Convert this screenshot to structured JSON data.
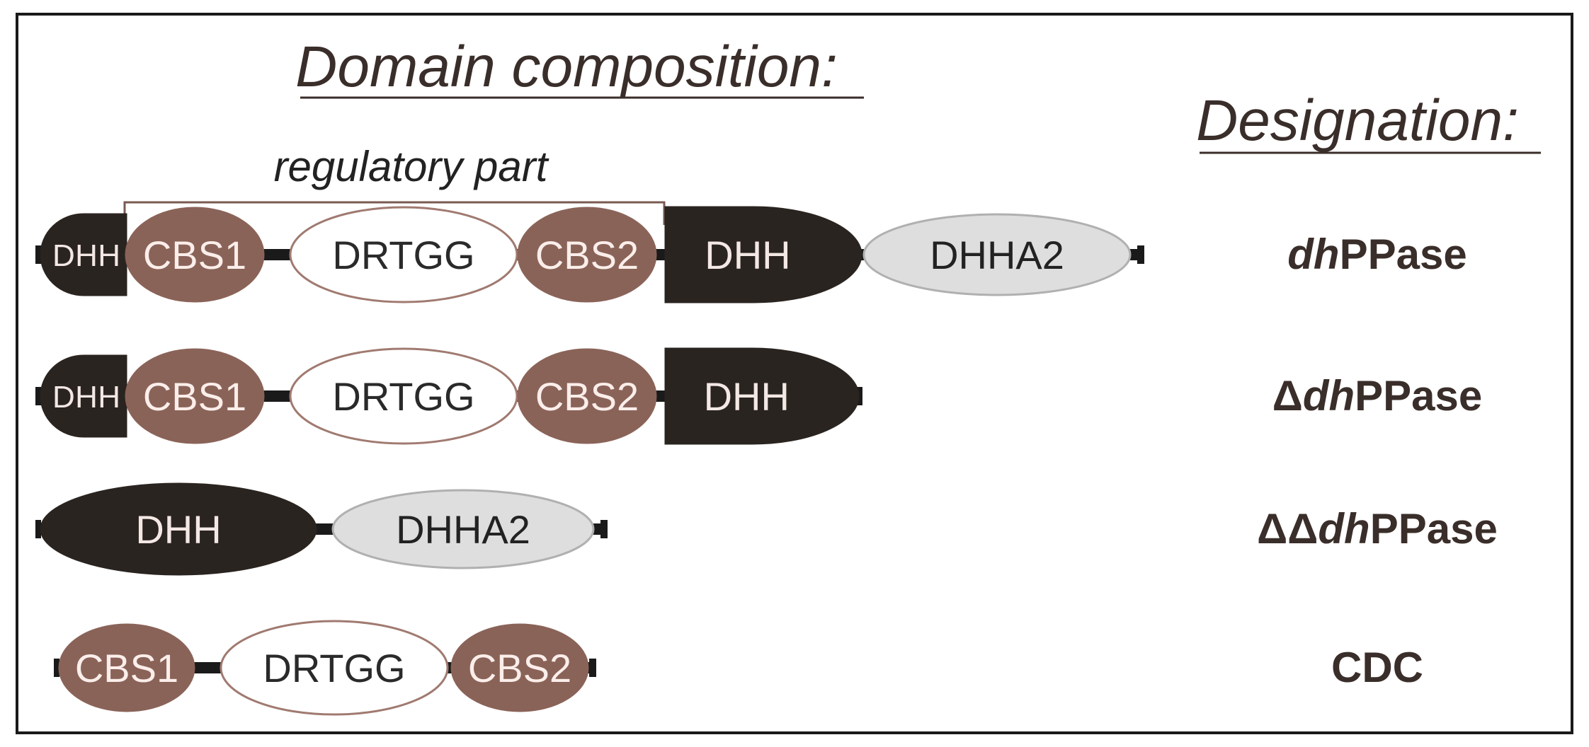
{
  "figure": {
    "title": "Domain composition:",
    "designation_heading": "Designation:",
    "regulatory_label": "regulatory part"
  },
  "colors": {
    "frame": "#1a1a1a",
    "heading": "#3a2e2a",
    "linker": "#1a1a1a",
    "DHH": "#2a2420",
    "DHH_text": "#f3e8e4",
    "CBS": "#8a6358",
    "CBS_text": "#fbeeea",
    "DRTGG_fill": "#ffffff",
    "DRTGG_stroke": "#a07a70",
    "DRTGG_text": "#2a2a2a",
    "DHHA2_fill": "#dedede",
    "DHHA2_stroke": "#b0b0b0",
    "DHHA2_text": "#222222",
    "bracket": "#7a5a52"
  },
  "rows": [
    {
      "id": "dhppase",
      "designation": {
        "prefix": "",
        "italic": "dh",
        "suffix": "PPase"
      },
      "domains": [
        {
          "label": "DHH",
          "kind": "DHH",
          "shape": "tail-left"
        },
        {
          "label": "CBS1",
          "kind": "CBS"
        },
        {
          "label": "DRTGG",
          "kind": "DRTGG"
        },
        {
          "label": "CBS2",
          "kind": "CBS"
        },
        {
          "label": "DHH",
          "kind": "DHH",
          "shape": "head-right"
        },
        {
          "label": "DHHA2",
          "kind": "DHHA2"
        }
      ]
    },
    {
      "id": "delta-dhppase",
      "designation": {
        "prefix": "Δ",
        "italic": "dh",
        "suffix": "PPase"
      },
      "domains": [
        {
          "label": "DHH",
          "kind": "DHH",
          "shape": "tail-left"
        },
        {
          "label": "CBS1",
          "kind": "CBS"
        },
        {
          "label": "DRTGG",
          "kind": "DRTGG"
        },
        {
          "label": "CBS2",
          "kind": "CBS"
        },
        {
          "label": "DHH",
          "kind": "DHH",
          "shape": "head-right"
        }
      ]
    },
    {
      "id": "delta-delta-dhppase",
      "designation": {
        "prefix": "ΔΔ",
        "italic": "dh",
        "suffix": "PPase"
      },
      "domains": [
        {
          "label": "DHH",
          "kind": "DHH",
          "shape": "ellipse"
        },
        {
          "label": "DHHA2",
          "kind": "DHHA2"
        }
      ]
    },
    {
      "id": "cdc",
      "designation": {
        "prefix": "",
        "italic": "",
        "suffix": "CDC"
      },
      "domains": [
        {
          "label": "CBS1",
          "kind": "CBS"
        },
        {
          "label": "DRTGG",
          "kind": "DRTGG"
        },
        {
          "label": "CBS2",
          "kind": "CBS"
        }
      ]
    }
  ]
}
